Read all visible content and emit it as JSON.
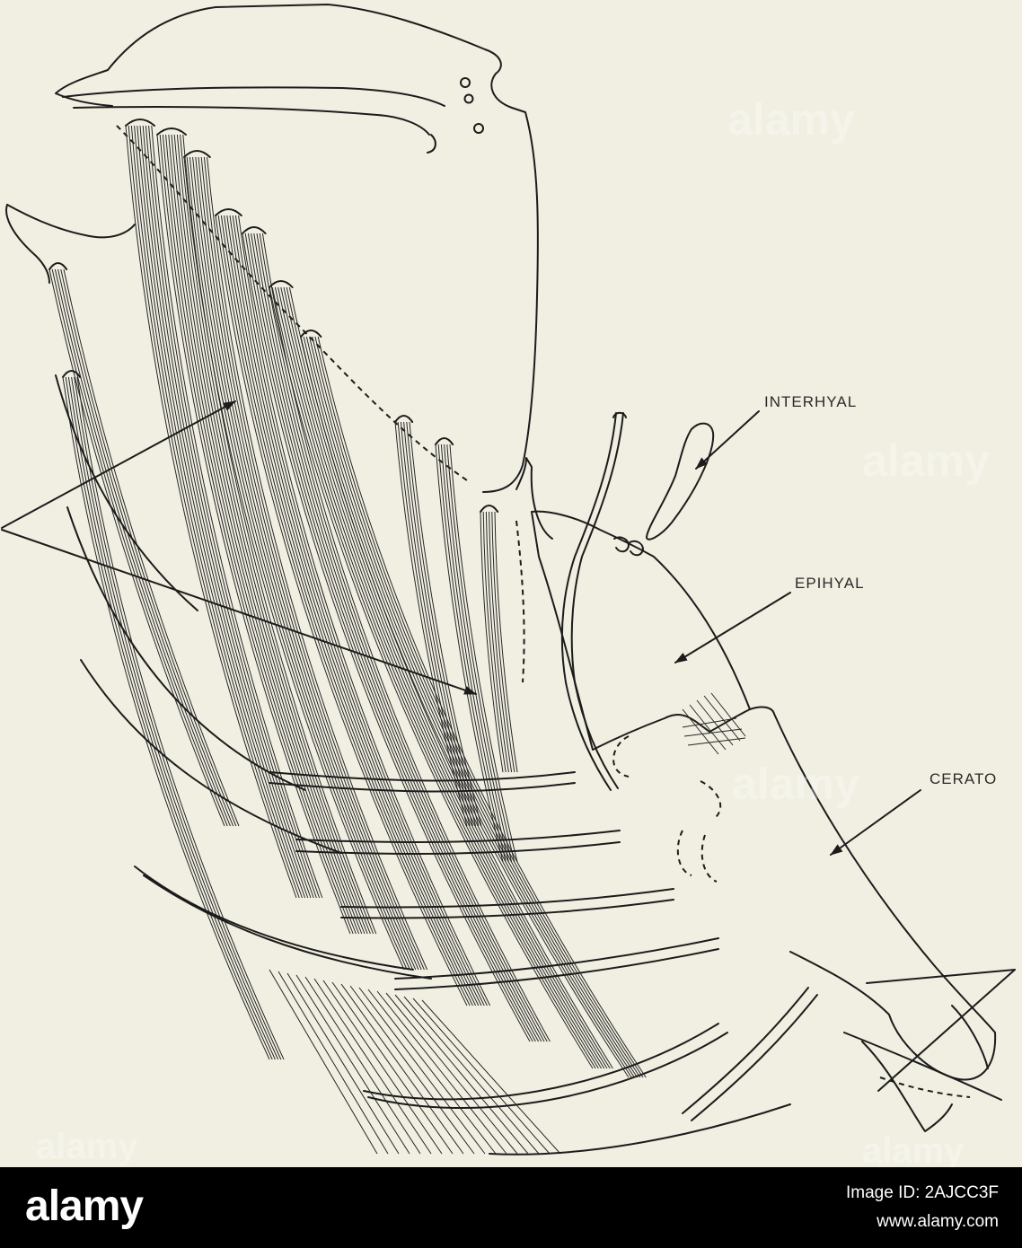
{
  "labels": {
    "interhyal": "INTERHYAL",
    "epihyal": "EPIHYAL",
    "cerato": "CERATO"
  },
  "watermark": {
    "word": "alamy"
  },
  "footer": {
    "brand": "alamy",
    "image_id": "Image ID: 2AJCC3F",
    "site": "www.alamy.com"
  },
  "colors": {
    "paper": "#f1efe2",
    "ink": "#1c1c1c",
    "footer_bg": "#000000",
    "footer_text": "#ffffff"
  }
}
